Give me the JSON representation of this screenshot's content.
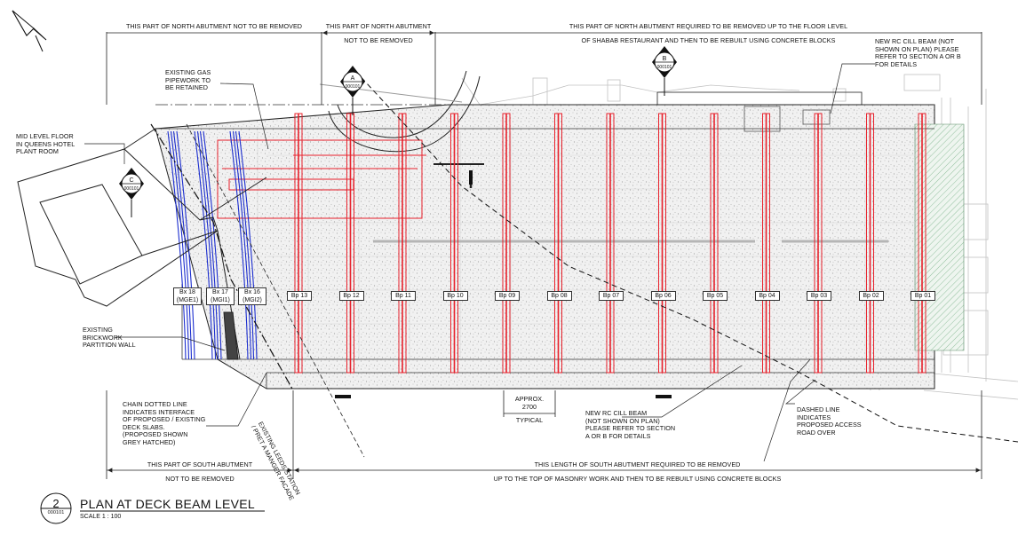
{
  "drawing": {
    "north_abutment": {
      "left_line1": "THIS PART OF NORTH ABUTMENT NOT TO BE REMOVED",
      "mid_line1": "THIS PART OF NORTH ABUTMENT",
      "mid_line2": "NOT TO BE REMOVED",
      "right_line1": "THIS PART OF NORTH ABUTMENT REQUIRED TO BE REMOVED UP TO THE FLOOR LEVEL",
      "right_line2": "OF SHABAB RESTAURANT AND THEN TO BE REBUILT USING CONCRETE BLOCKS"
    },
    "south_abutment": {
      "left_line1": "THIS PART OF SOUTH ABUTMENT",
      "left_line2": "NOT TO BE REMOVED",
      "right_line1": "THIS LENGTH OF SOUTH ABUTMENT REQUIRED TO BE REMOVED",
      "right_line2": "UP TO THE TOP OF MASONRY WORK AND THEN TO BE REBUILT USING CONCRETE BLOCKS"
    },
    "notes": {
      "gas": "EXISTING GAS\nPIPEWORK TO\nBE RETAINED",
      "cill_top": "NEW RC CILL BEAM (NOT\nSHOWN ON PLAN) PLEASE\nREFER TO SECTION A OR B\nFOR DETAILS",
      "mid_level": "MID LEVEL FLOOR\nIN QUEENS HOTEL\nPLANT ROOM",
      "brickwork": "EXISTING\nBRICKWORK\nPARTITION WALL",
      "chain": "CHAIN DOTTED LINE\nINDICATES INTERFACE\nOF PROPOSED / EXISTING\nDECK SLABS.\n(PROPOSED SHOWN\nGREY HATCHED)",
      "cill_bottom": "NEW RC CILL BEAM\n(NOT SHOWN ON PLAN)\nPLEASE REFER TO SECTION\nA OR B FOR DETAILS",
      "dashed": "DASHED LINE\nINDICATES\nPROPOSED ACCESS\nROAD OVER",
      "approx": "APPROX.\n2700",
      "typical": "TYPICAL",
      "leeds": "EXISTING LEEDS STATION\n/ PRET A MANGER FACADE"
    },
    "sections": [
      {
        "letter": "A",
        "ref": "000101"
      },
      {
        "letter": "B",
        "ref": "000101"
      },
      {
        "letter": "C",
        "ref": "000101"
      }
    ],
    "bp_labels": [
      "Bp 13",
      "Bp 12",
      "Bp 11",
      "Bp 10",
      "Bp 09",
      "Bp 08",
      "Bp 07",
      "Bp 06",
      "Bp 05",
      "Bp 04",
      "Bp 03",
      "Bp 02",
      "Bp 01"
    ],
    "bx_labels": [
      "Bx 18\n(MGE1)",
      "Bx 17\n(MGI1)",
      "Bx 16\n(MGI2)"
    ],
    "title": {
      "number": "2",
      "ref": "000101",
      "text": "PLAN AT DECK BEAM LEVEL",
      "scale": "SCALE   1 : 100"
    },
    "colors": {
      "beam": "#e8202a",
      "pipe": "#1c2ecf",
      "line": "#222222",
      "faint": "#bbbbbb",
      "hatch": "#7ab38a"
    }
  }
}
